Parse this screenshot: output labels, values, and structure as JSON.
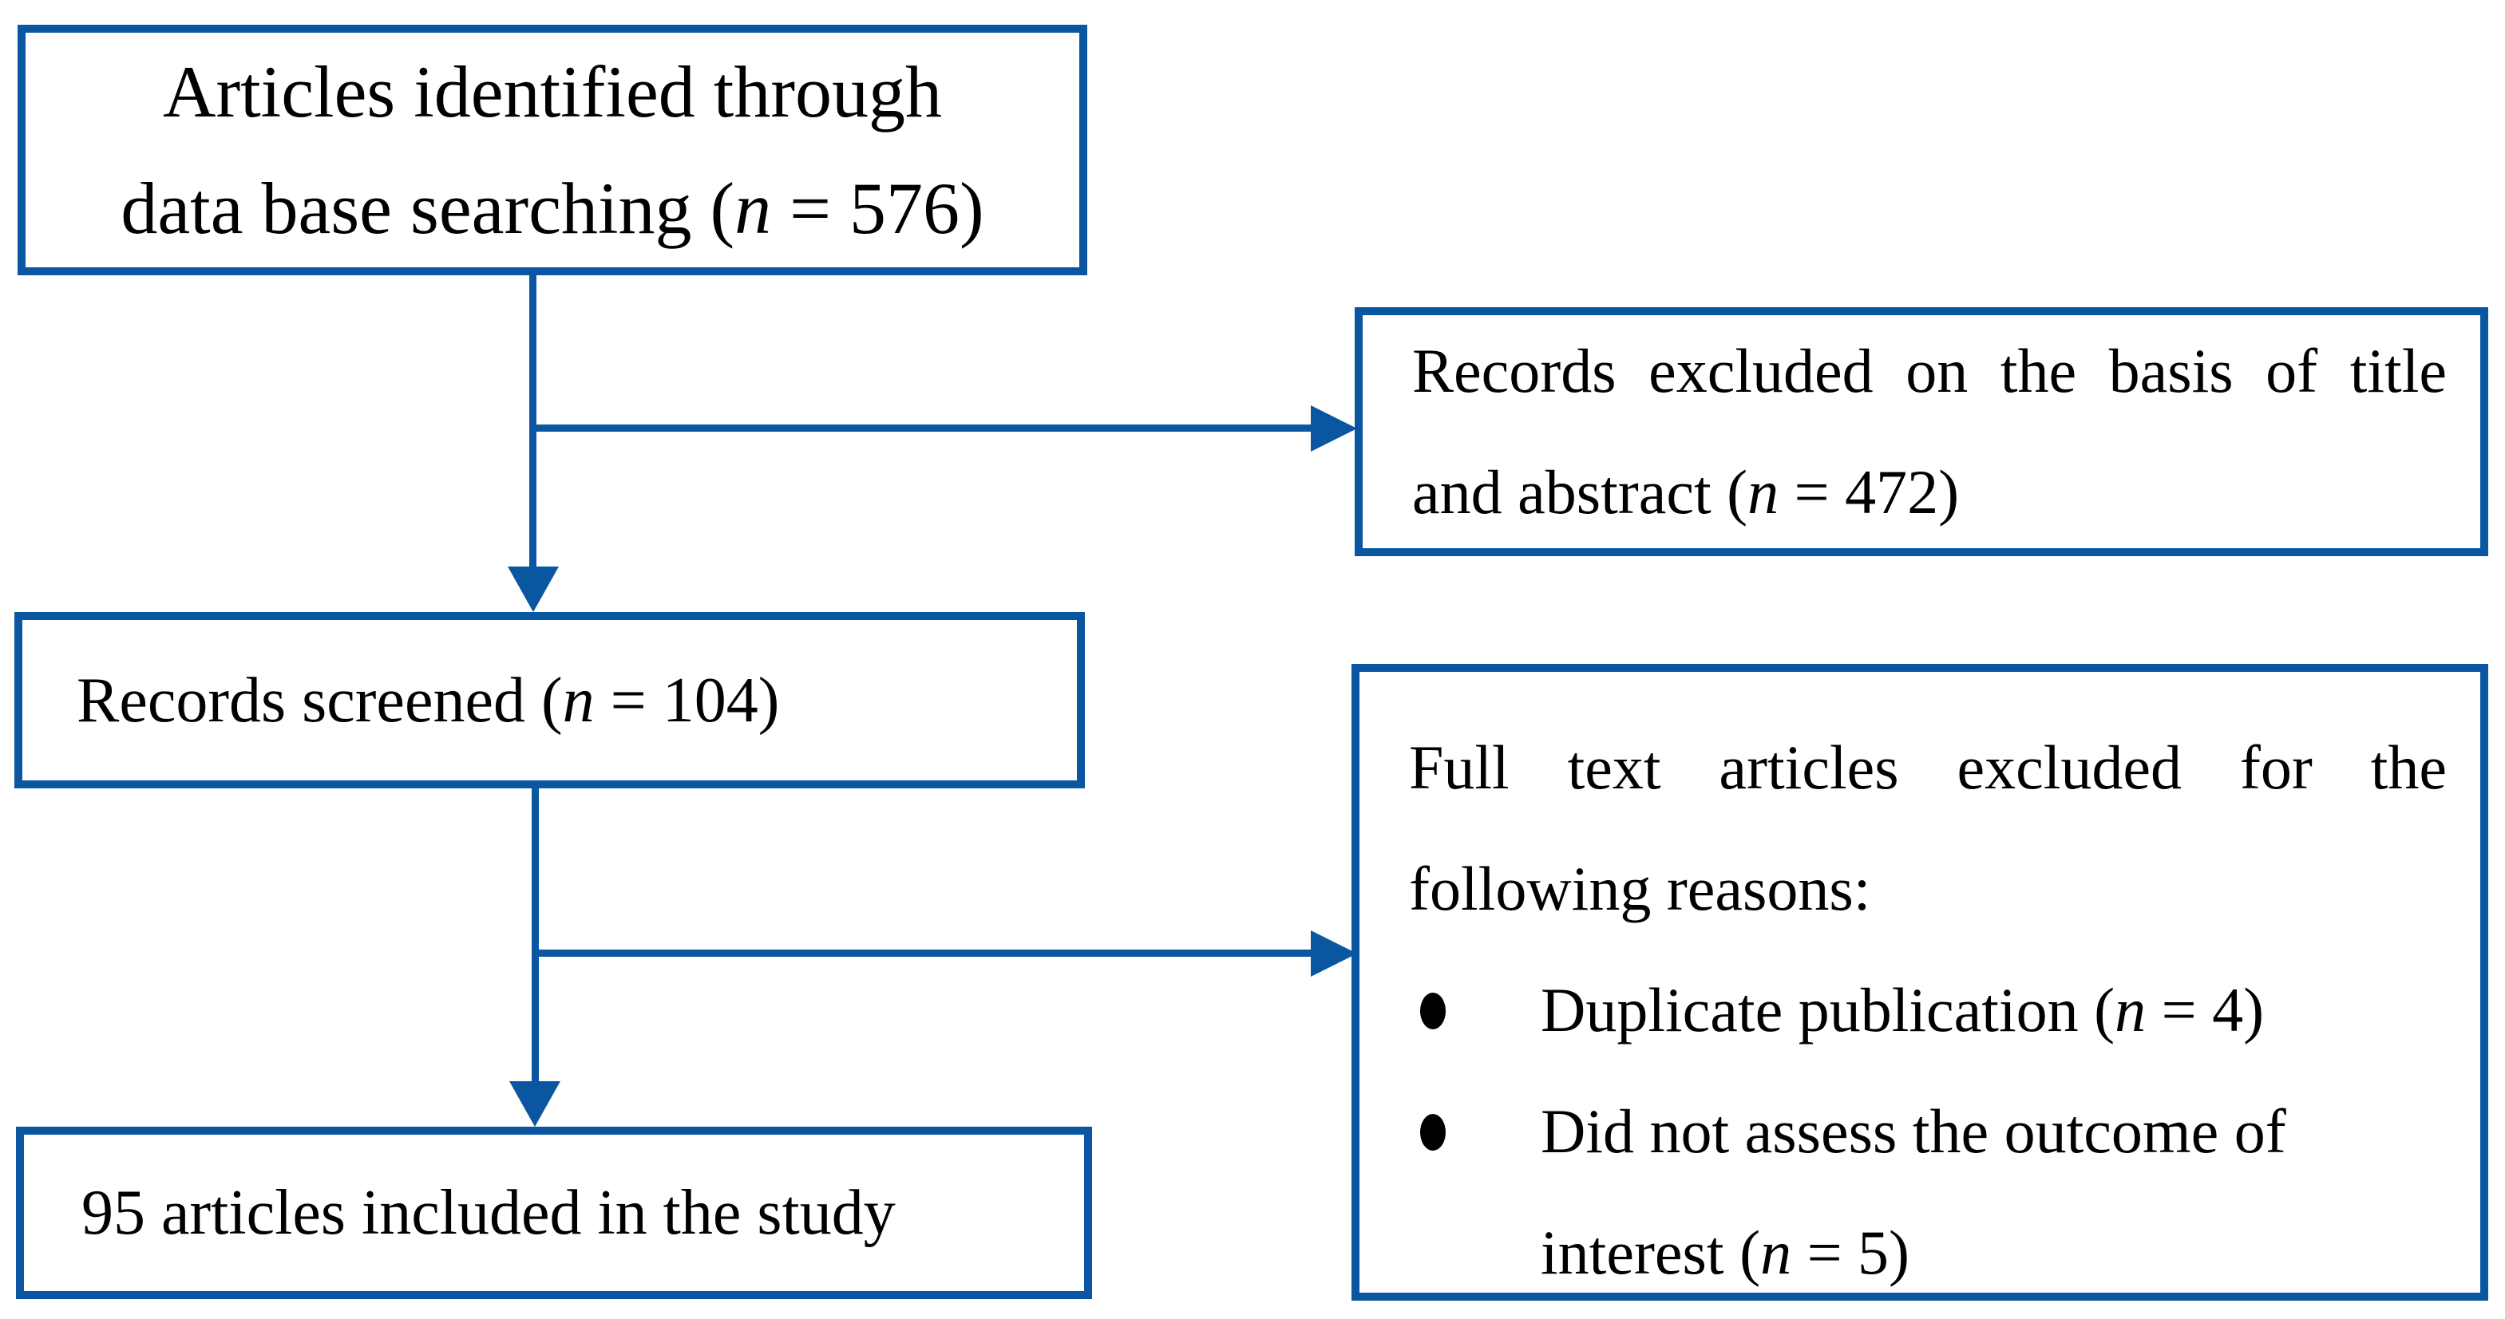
{
  "figure": {
    "type": "study-selection-flow-diagram",
    "accent_color": "#0B56A0",
    "text_color": "#000000",
    "boxes": {
      "identified": {
        "line1": "Articles identified through",
        "line2_prefix": "data base searching (",
        "n_var": "n",
        "line2_suffix": " = 576)",
        "count": 576
      },
      "excluded_title_abstract": {
        "prefix": "Records excluded on the basis of title and abstract (",
        "n_var": "n",
        "suffix": " = 472)",
        "count": 472
      },
      "screened": {
        "prefix": "Records screened (",
        "n_var": "n",
        "suffix": " = 104)",
        "count": 104
      },
      "fulltext_excluded": {
        "intro": "Full text articles excluded for the following reasons:",
        "bullets": [
          {
            "prefix": "Duplicate publication (",
            "n_var": "n",
            "suffix": " = 4)",
            "count": 4
          },
          {
            "prefix": "Did not assess the outcome of interest (",
            "n_var": "n",
            "suffix": " = 5)",
            "count": 5
          }
        ]
      },
      "included": {
        "text": "95 articles included in the study",
        "count": 95
      }
    }
  }
}
